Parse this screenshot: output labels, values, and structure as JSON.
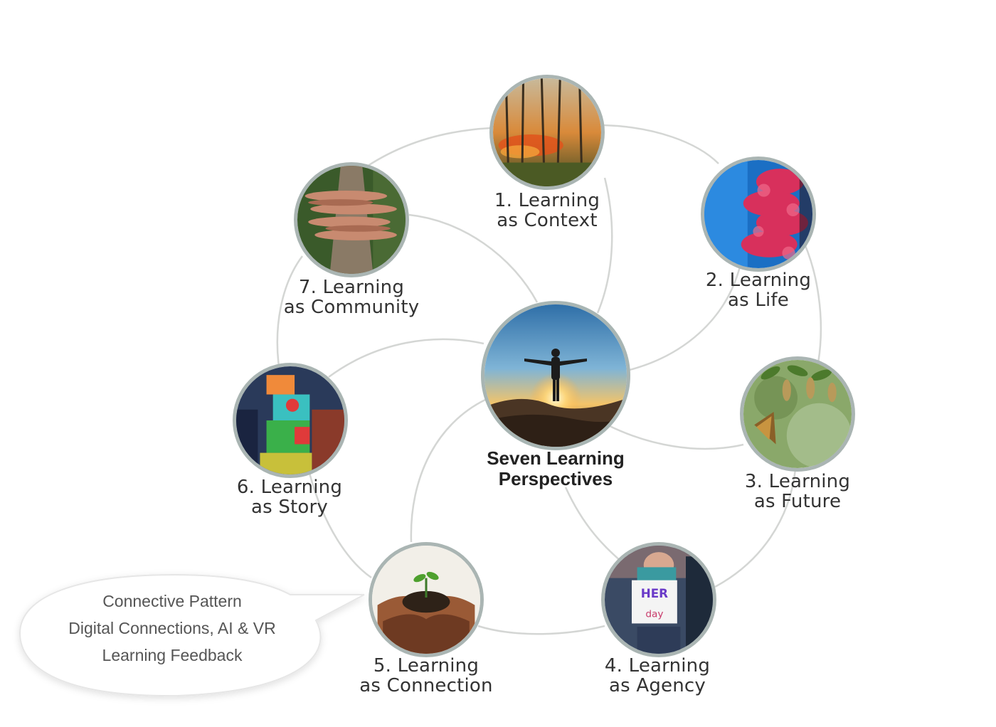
{
  "center": {
    "title_line1": "Seven Learning",
    "title_line2": "Perspectives"
  },
  "perspectives": [
    {
      "line1": "1. Learning",
      "line2": "as Context"
    },
    {
      "line1": "2. Learning",
      "line2": "as Life"
    },
    {
      "line1": "3. Learning",
      "line2": "as Future"
    },
    {
      "line1": "4. Learning",
      "line2": "as Agency"
    },
    {
      "line1": "5. Learning",
      "line2": "as Connection"
    },
    {
      "line1": "6. Learning",
      "line2": "as Story"
    },
    {
      "line1": "7. Learning",
      "line2": "as Community"
    }
  ],
  "callout": {
    "line1": "Connective Pattern",
    "line2": "Digital Connections, AI & VR",
    "line3": "Learning Feedback"
  },
  "colors": {
    "ring_border": "#aab5b3",
    "connector": "#d4d6d4",
    "callout_fill": "#ffffff",
    "callout_stroke": "#e6e6e6"
  }
}
